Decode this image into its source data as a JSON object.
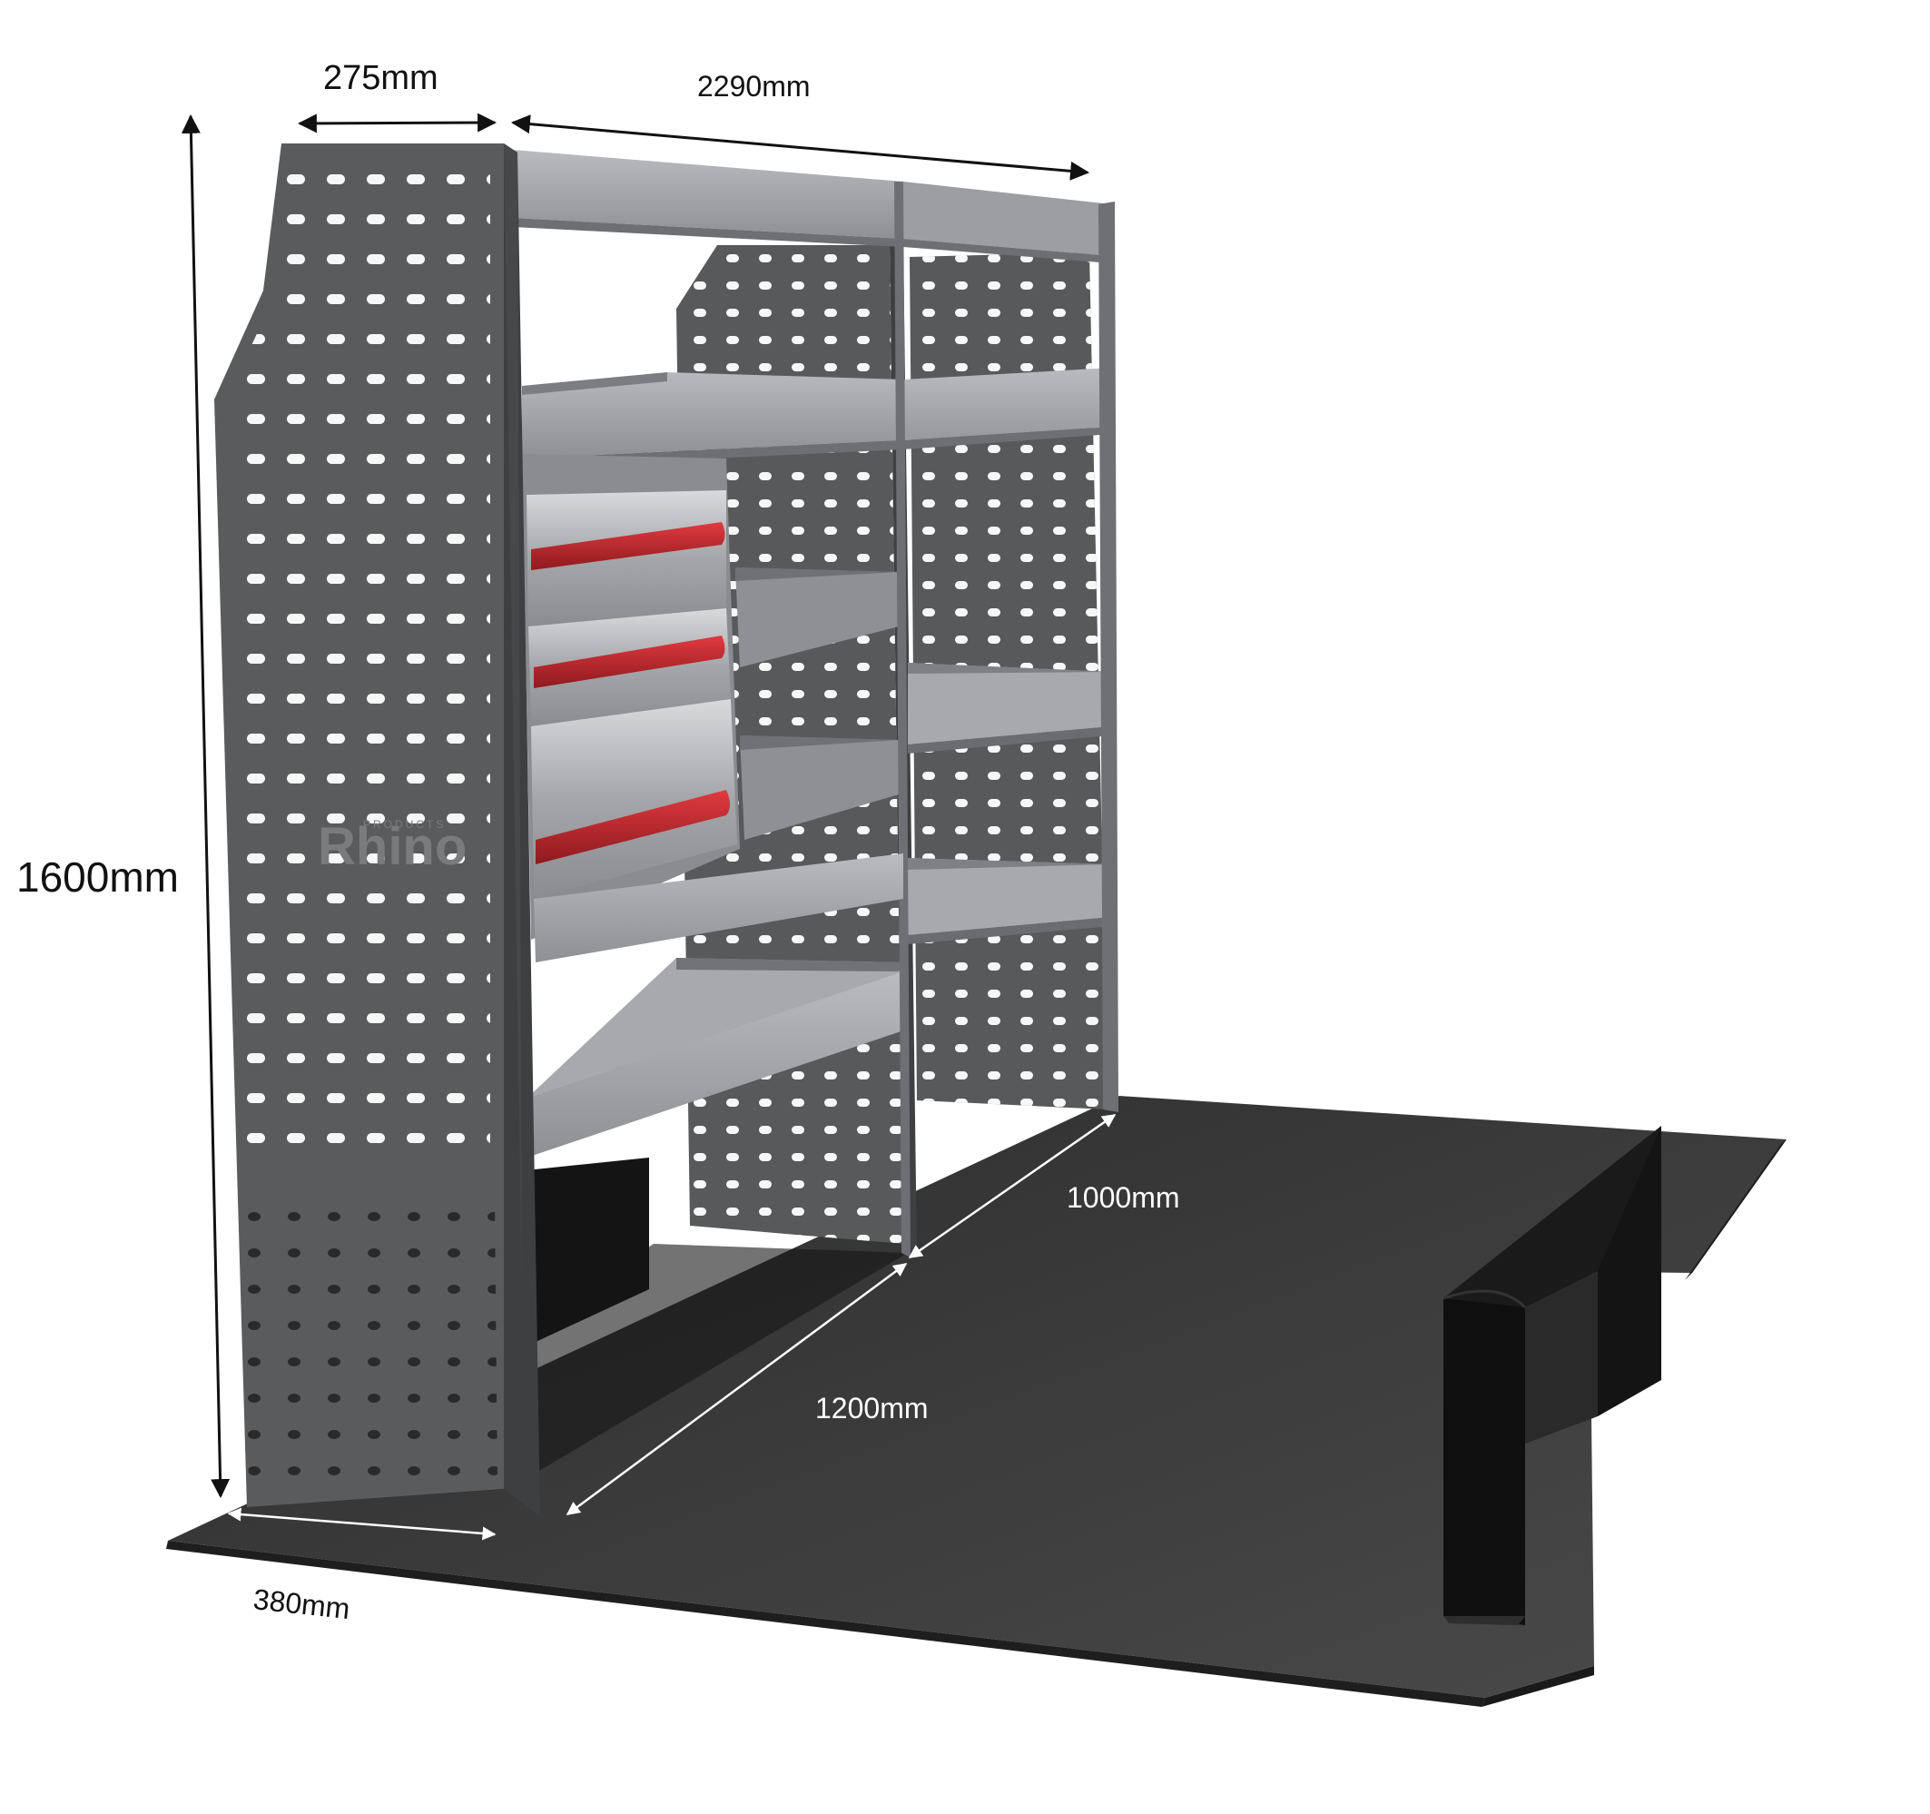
{
  "dimensions": {
    "depth_top": "275mm",
    "width_top": "2290mm",
    "height": "1600mm",
    "floor_depth": "380mm",
    "floor_length_back": "1000mm",
    "floor_length_front": "1200mm"
  },
  "branding": {
    "logo_text": "Rhino",
    "logo_sub": "PRODUCTS"
  },
  "colors": {
    "panel_dark": "#58595b",
    "shelf_light": "#a7a9ac",
    "floor": "#3c3c3c",
    "drawer_handle": "#c1272d",
    "liner_black": "#1a1a1a"
  }
}
